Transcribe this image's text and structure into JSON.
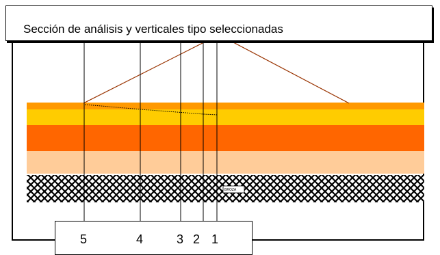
{
  "title": "Sección de análisis y verticales tipo seleccionadas",
  "verticals": [
    {
      "label": "5"
    },
    {
      "label": "4"
    },
    {
      "label": "3"
    },
    {
      "label": "2"
    },
    {
      "label": "1"
    }
  ],
  "fill_label": "BROZA",
  "colors": {
    "layer_top": "#ff9900",
    "layer_yellow": "#ffcc00",
    "layer_orange": "#ff6600",
    "layer_peach": "#ffcc99",
    "embankment": "#993300",
    "hatch": "#000000"
  }
}
